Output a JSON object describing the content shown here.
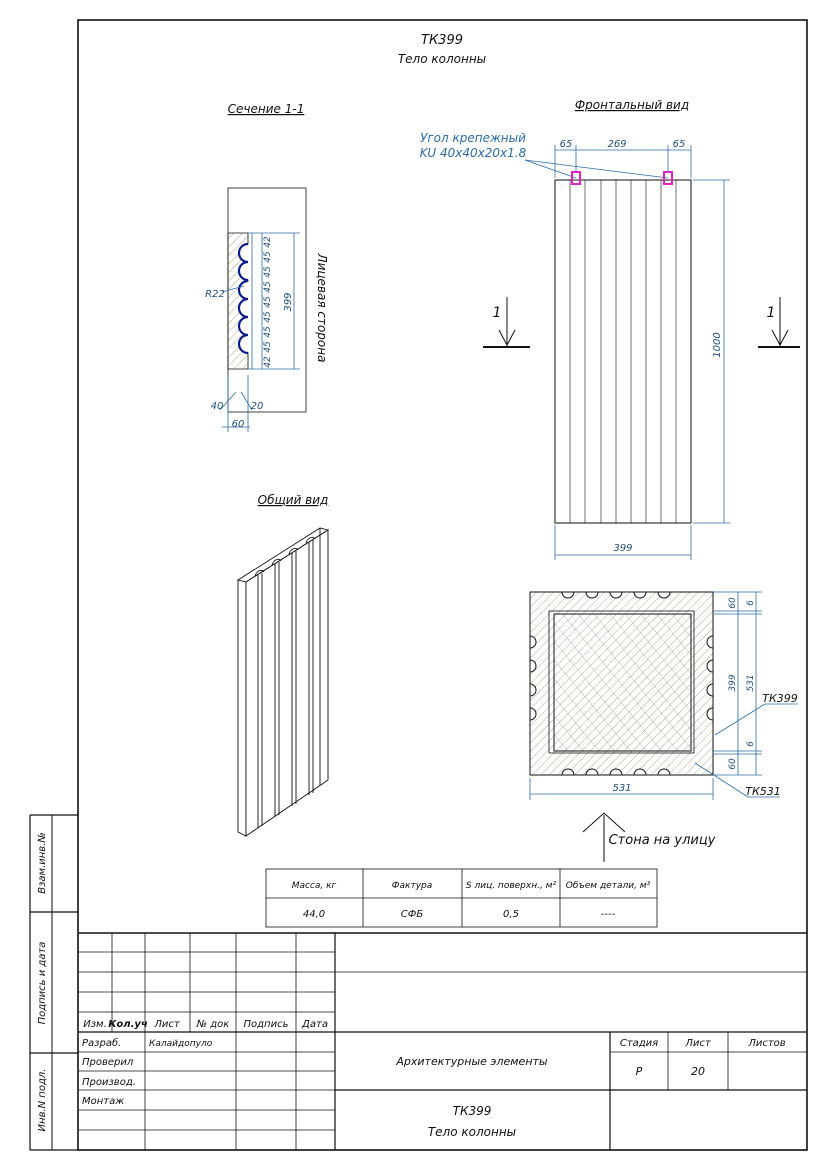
{
  "drawing": {
    "title_code": "ТК399",
    "title_name": "Тело колонны"
  },
  "section": {
    "title": "Сечение 1-1",
    "face_label": "Лицевая сторона",
    "radius": "R22",
    "height": "399",
    "flute_dims": [
      "42",
      "45",
      "45",
      "45",
      "45",
      "45",
      "45",
      "45",
      "42"
    ],
    "width_total": "60",
    "depth_a": "40",
    "depth_b": "20"
  },
  "front_view": {
    "title": "Фронтальный вид",
    "bracket_line1": "Угол крепежный",
    "bracket_line2": "KU 40x40x20x1.8",
    "dim_left": "65",
    "dim_mid": "269",
    "dim_right": "65",
    "height": "1000",
    "width": "399",
    "cut_mark": "1"
  },
  "general_view": {
    "title": "Общий вид"
  },
  "plan": {
    "dims_right": [
      "60",
      "6",
      "399",
      "531",
      "6",
      "60"
    ],
    "width": "531",
    "label_column": "ТК399",
    "label_corner": "ТК531",
    "street_label": "Стона на улицу"
  },
  "properties": {
    "headers": [
      "Масса, кг",
      "Фактура",
      "S лиц. поверхн., м²",
      "Объем детали, м³"
    ],
    "values": [
      "44,0",
      "СФБ",
      "0,5",
      "----"
    ]
  },
  "stamp": {
    "side_labels": [
      "Взам.инв.№",
      "Подпись и дата",
      "Инв.N подл."
    ],
    "col_headers": [
      "Изм.",
      "Кол.уч",
      "Лист",
      "№ док",
      "Подпись",
      "Дата"
    ],
    "roles": [
      "Разраб.",
      "Проверил",
      "Производ.",
      "Монтаж"
    ],
    "developer": "Калайдопуло",
    "project": "Архитектурные элементы",
    "stage_header": "Стадия",
    "sheet_header": "Лист",
    "sheets_header": "Листов",
    "stage_value": "Р",
    "sheet_value": "20",
    "sheets_value": "",
    "doc_code": "ТК399",
    "doc_name": "Тело колонны"
  },
  "colors": {
    "dimension": "#2e6da4",
    "bracket": "#e020c0",
    "hatch": "#8a8a5a",
    "outline": "#111111"
  }
}
